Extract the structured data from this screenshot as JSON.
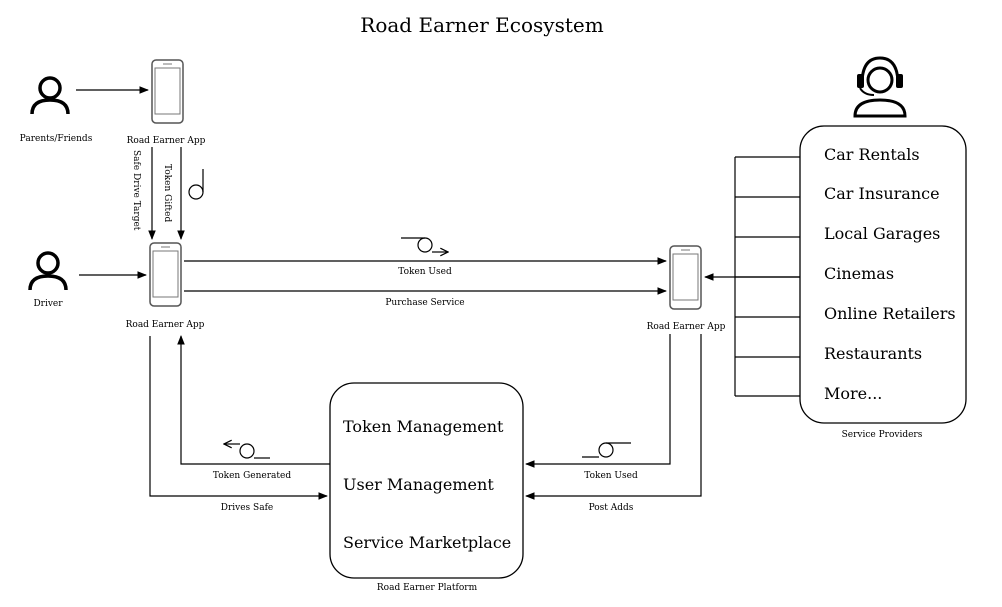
{
  "title": "Road Earner Ecosystem",
  "actors": {
    "parents": "Parents/Friends",
    "driver": "Driver"
  },
  "apps": {
    "top": "Road Earner App",
    "driver": "Road Earner App",
    "provider": "Road Earner App"
  },
  "flows": {
    "safe_drive_target": "Safe Drive Target",
    "token_gifted": "Token Gifted",
    "token_used_top": "Token Used",
    "purchase_service": "Purchase Service",
    "token_generated": "Token Generated",
    "drives_safe": "Drives Safe",
    "token_used_bottom": "Token Used",
    "post_adds": "Post Adds"
  },
  "platform": {
    "items": [
      "Token Management",
      "User Management",
      "Service Marketplace"
    ],
    "caption": "Road Earner Platform"
  },
  "service_providers": {
    "items": [
      "Car Rentals",
      "Car Insurance",
      "Local Garages",
      "Cinemas",
      "Online Retailers",
      "Restaurants",
      "More..."
    ],
    "caption": "Service Providers"
  },
  "icons": {
    "person": "person-icon",
    "phone": "smartphone-icon",
    "token": "token-coin-icon",
    "support": "support-agent-icon"
  }
}
